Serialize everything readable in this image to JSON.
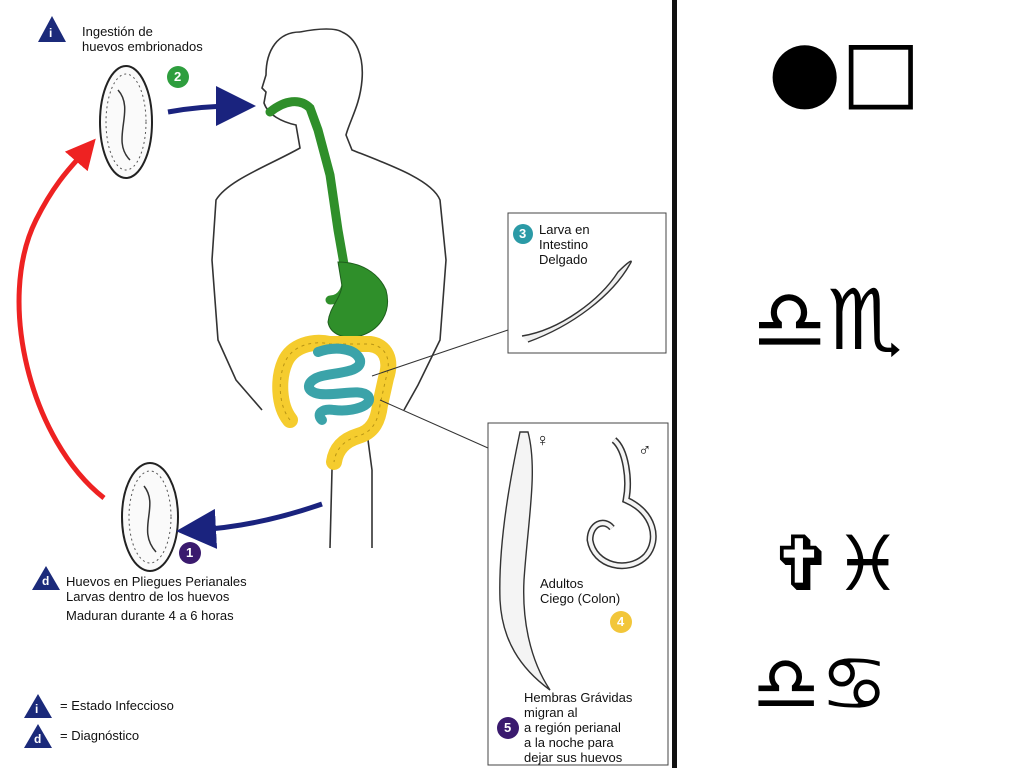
{
  "diagram": {
    "steps": [
      {
        "num": "1",
        "color": "#3a1a6e"
      },
      {
        "num": "2",
        "color": "#2e9e3e"
      },
      {
        "num": "3",
        "color": "#2b9aa6"
      },
      {
        "num": "4",
        "color": "#f2c63a"
      },
      {
        "num": "5",
        "color": "#3a1a6e"
      }
    ],
    "labels": {
      "ingestion": [
        "Ingestión de",
        "huevos embrionados"
      ],
      "larva": [
        "Larva en",
        "Intestino",
        "Delgado"
      ],
      "adults": [
        "Adultos",
        "Ciego (Colon)"
      ],
      "gravid": [
        "Hembras Grávidas",
        "migran al",
        "a región perianal",
        "a la noche para",
        "dejar sus huevos"
      ],
      "eggs": [
        "Huevos en Pliegues Perianales",
        "Larvas dentro de los huevos",
        "Maduran durante 4 a 6 horas"
      ],
      "female": "♀",
      "male": "♂"
    },
    "legend": {
      "infective": "= Estado Infeccioso",
      "diagnostic": "= Diagnóstico",
      "infective_letter": "i",
      "diagnostic_letter": "d"
    },
    "colors": {
      "digestive": "#2f8f2a",
      "colon": "#f5cc2e",
      "intestine": "#3ba3a9",
      "red_arrow": "#ee2222",
      "blue_arrow": "#1a237e",
      "legend_triangle": "#1b2a7a"
    }
  },
  "symbols": {
    "row1": "●□",
    "row2": "♎♏",
    "row3": "✞♓",
    "row4": "♎♋"
  }
}
